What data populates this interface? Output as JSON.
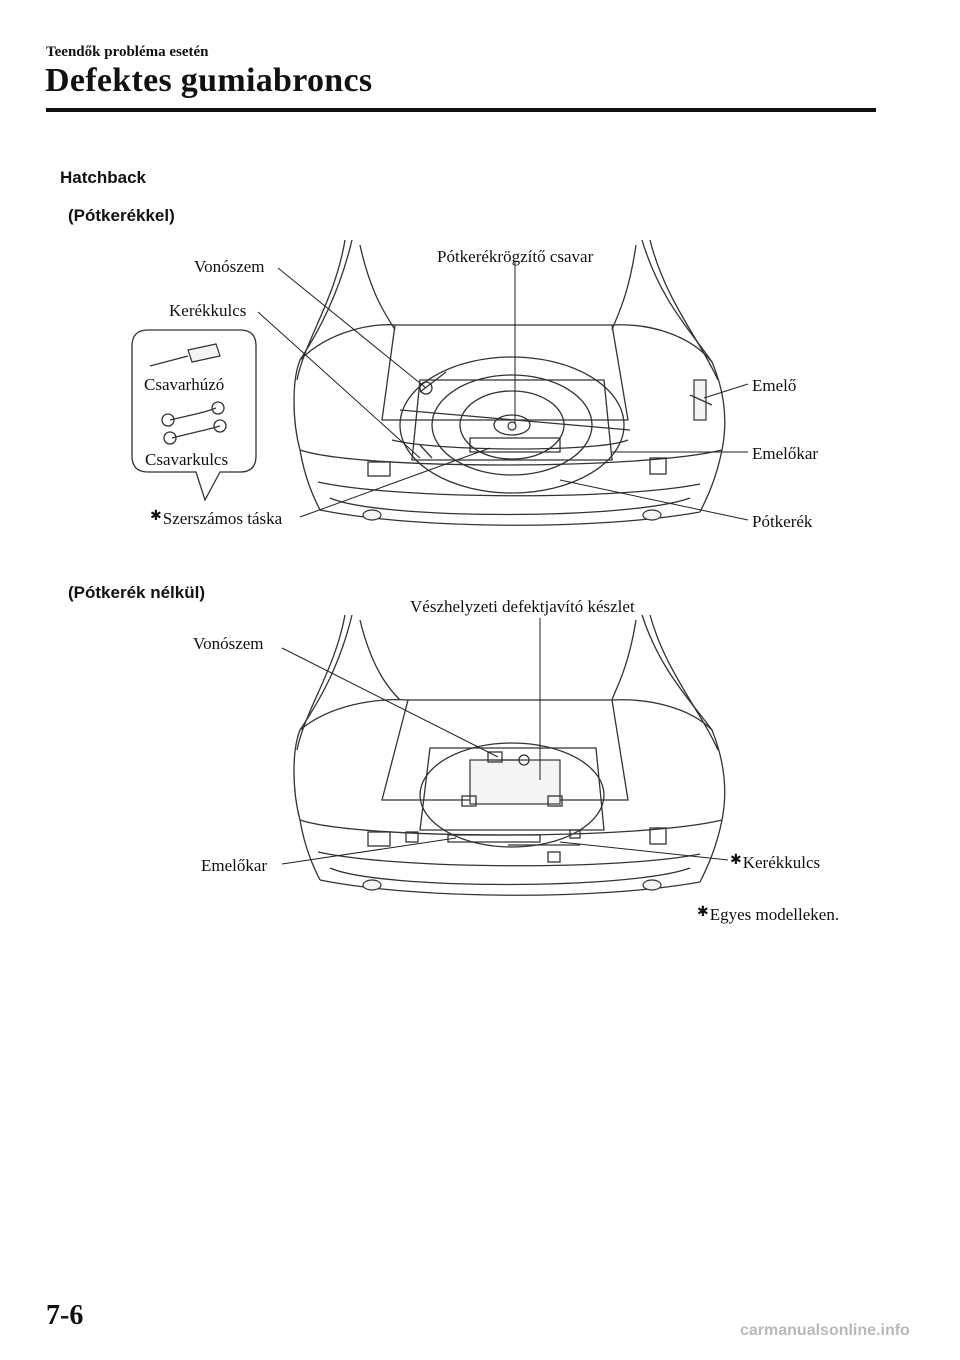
{
  "header": {
    "breadcrumb": "Teendők probléma esetén",
    "title": "Defektes gumiabroncs"
  },
  "sections": {
    "hatchback": "Hatchback",
    "with_spare": "(Pótkerékkel)",
    "without_spare": "(Pótkerék nélkül)"
  },
  "figure1": {
    "towing_eye": "Vonószem",
    "lug_wrench": "Kerékkulcs",
    "screwdriver": "Csavarhúzó",
    "spanner": "Csavarkulcs",
    "tool_bag": "Szerszámos táska",
    "spare_bolt": "Pótkerékrögzítő csavar",
    "jack": "Emelő",
    "jack_handle": "Emelőkar",
    "spare_tire": "Pótkerék"
  },
  "figure2": {
    "repair_kit": "Vészhelyzeti defektjavító készlet",
    "towing_eye": "Vonószem",
    "jack_handle": "Emelőkar",
    "lug_wrench": "Kerékkulcs"
  },
  "note": "Egyes modelleken.",
  "page_number": "7-6",
  "footer_site": "carmanualsonline.info"
}
